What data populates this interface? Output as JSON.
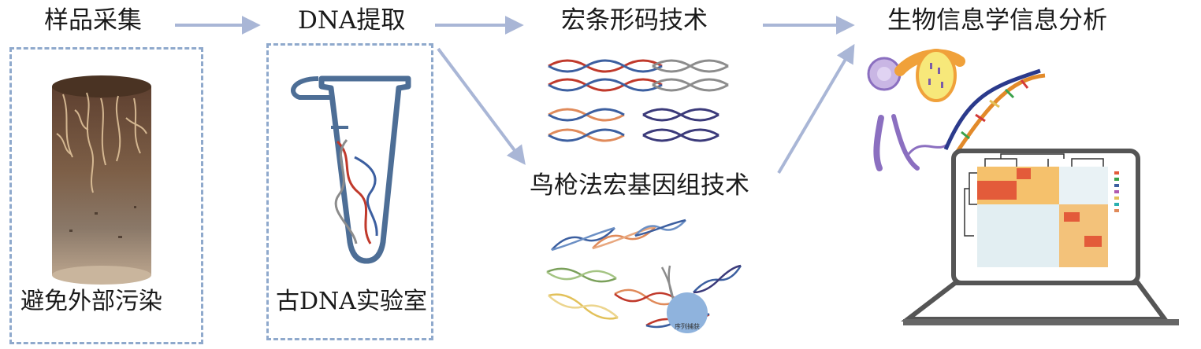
{
  "stages": {
    "sampling": "样品采集",
    "extraction": "DNA提取",
    "barcoding": "宏条形码技术",
    "shotgun": "鸟枪法宏基因组技术",
    "bioinfo": "生物信息学信息分析"
  },
  "captions": {
    "sampling": "避免外部污染",
    "extraction": "古DNA实验室"
  },
  "labels": {
    "sequencing_bead": "序列捕获"
  },
  "colors": {
    "arrow": "#a9b6d6",
    "dash": "#8fa9cc",
    "tube": "#4d6e96",
    "dna_red": "#c0392b",
    "dna_blue": "#3c5fa0",
    "dna_orange": "#e08a5a",
    "dna_gray": "#8c8c8c",
    "dna_navy": "#3b3a7a",
    "dna_green": "#7aa05a",
    "dna_yellow": "#e2c15a",
    "bead": "#8fb3dd"
  }
}
